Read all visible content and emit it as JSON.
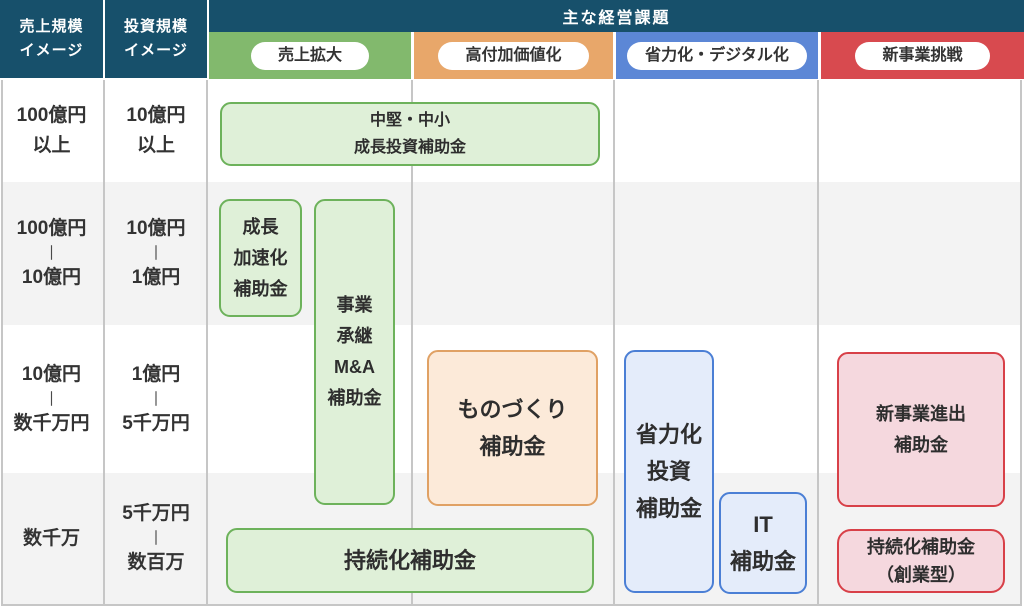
{
  "header": {
    "sales_scale": [
      "売上規模",
      "イメージ"
    ],
    "invest_scale": [
      "投資規模",
      "イメージ"
    ],
    "main_issues_title": "主な経営課題",
    "categories": [
      {
        "label": "売上拡大",
        "color": "#82b96d"
      },
      {
        "label": "高付加価値化",
        "color": "#e8a76a"
      },
      {
        "label": "省力化・デジタル化",
        "color": "#5c87d6"
      },
      {
        "label": "新事業挑戦",
        "color": "#d84a4f"
      }
    ]
  },
  "colors": {
    "header_teal": "#17506b",
    "box_green_fill": "#dff0d8",
    "box_green_border": "#6db25b",
    "box_orange_fill": "#fcead9",
    "box_orange_border": "#e0a164",
    "box_blue_fill": "#e4ecfa",
    "box_blue_border": "#4b7fd5",
    "box_pink_fill": "#f5d8de",
    "box_pink_border": "#d84048",
    "row_stripe": "#f3f3f3"
  },
  "scale_rows": [
    {
      "sales": [
        "100億円",
        "以上"
      ],
      "invest": [
        "10億円",
        "以上"
      ]
    },
    {
      "sales": [
        "100億円",
        "｜",
        "10億円"
      ],
      "invest": [
        "10億円",
        "｜",
        "1億円"
      ]
    },
    {
      "sales": [
        "10億円",
        "｜",
        "数千万円"
      ],
      "invest": [
        "1億円",
        "｜",
        "5千万円"
      ]
    },
    {
      "sales": [
        "数千万"
      ],
      "invest": [
        "5千万円",
        "｜",
        "数百万"
      ]
    }
  ],
  "subsidies": {
    "chuken_chusho_seicho": {
      "lines": [
        "中堅・中小",
        "成長投資補助金"
      ]
    },
    "seicho_kasokuka": {
      "lines": [
        "成長",
        "加速化",
        "補助金"
      ]
    },
    "jigyo_shokei_ma": {
      "lines": [
        "事業",
        "承継",
        "M&A",
        "補助金"
      ]
    },
    "monozukuri": {
      "lines": [
        "ものづくり",
        "補助金"
      ]
    },
    "shoryokuka_toshi": {
      "lines": [
        "省力化",
        "投資",
        "補助金"
      ]
    },
    "it_hojokin": {
      "lines": [
        "IT",
        "補助金"
      ]
    },
    "shinjigyo_shinshutsu": {
      "lines": [
        "新事業進出",
        "補助金"
      ]
    },
    "jizokuka": {
      "lines": [
        "持続化補助金"
      ]
    },
    "jizokuka_sogyo": {
      "lines": [
        "持続化補助金",
        "（創業型）"
      ]
    }
  }
}
